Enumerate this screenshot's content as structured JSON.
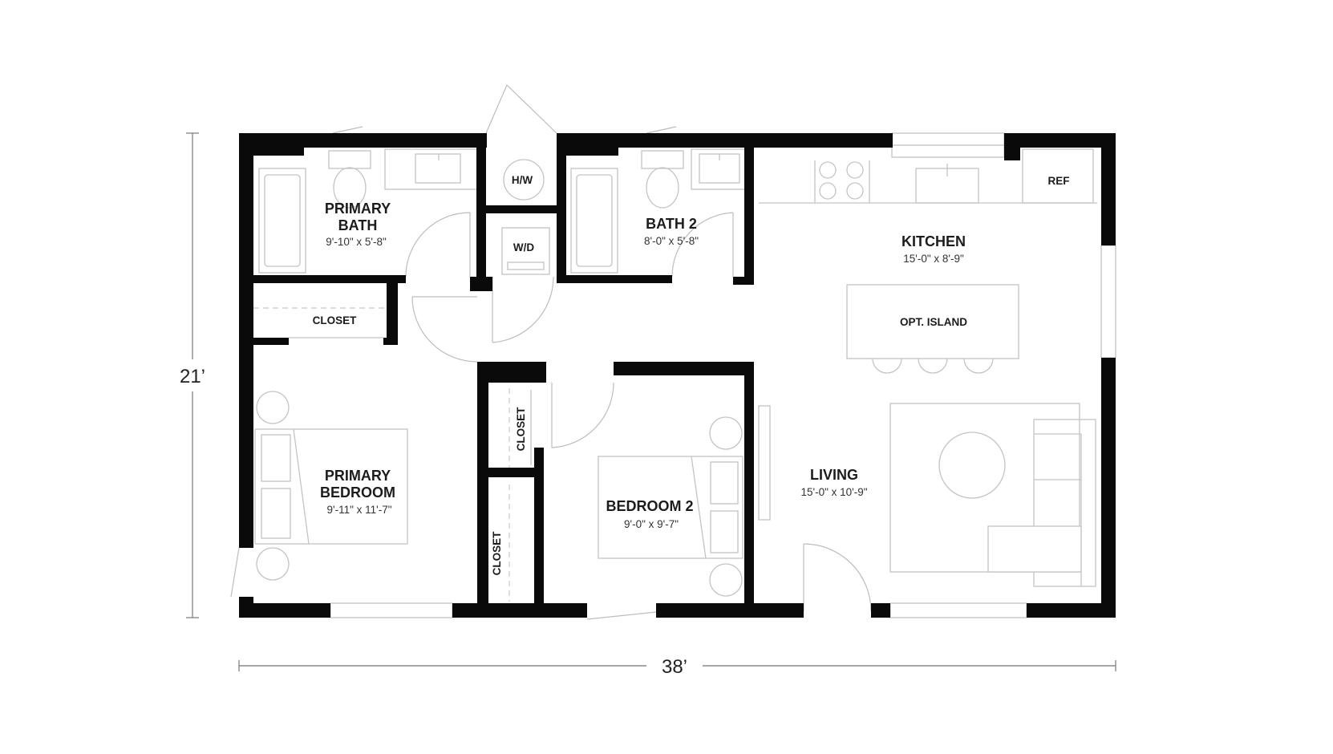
{
  "dimensions": {
    "width": "38’",
    "depth": "21’"
  },
  "rooms": {
    "primary_bath": {
      "name_line1": "PRIMARY",
      "name_line2": "BATH",
      "size": "9'-10\" x 5'-8\""
    },
    "bath_2": {
      "name": "BATH 2",
      "size": "8'-0\" x 5'-8\""
    },
    "kitchen": {
      "name": "KITCHEN",
      "size": "15'-0\" x 8'-9\""
    },
    "primary_bedroom": {
      "name_line1": "PRIMARY",
      "name_line2": "BEDROOM",
      "size": "9'-11\" x 11'-7\""
    },
    "bedroom_2": {
      "name": "BEDROOM 2",
      "size": "9'-0\" x 9'-7\""
    },
    "living": {
      "name": "LIVING",
      "size": "15'-0\" x 10'-9\""
    }
  },
  "labels": {
    "water_heater": "H/W",
    "washer_dryer": "W/D",
    "refrigerator": "REF",
    "island": "OPT. ISLAND",
    "primary_closet": "CLOSET",
    "hall_closet_upper": "CLOSET",
    "hall_closet_lower": "CLOSET"
  },
  "colors": {
    "wall": "#0a0a0a",
    "fixture": "#c4c4c4",
    "text": "#1c1c1c"
  }
}
